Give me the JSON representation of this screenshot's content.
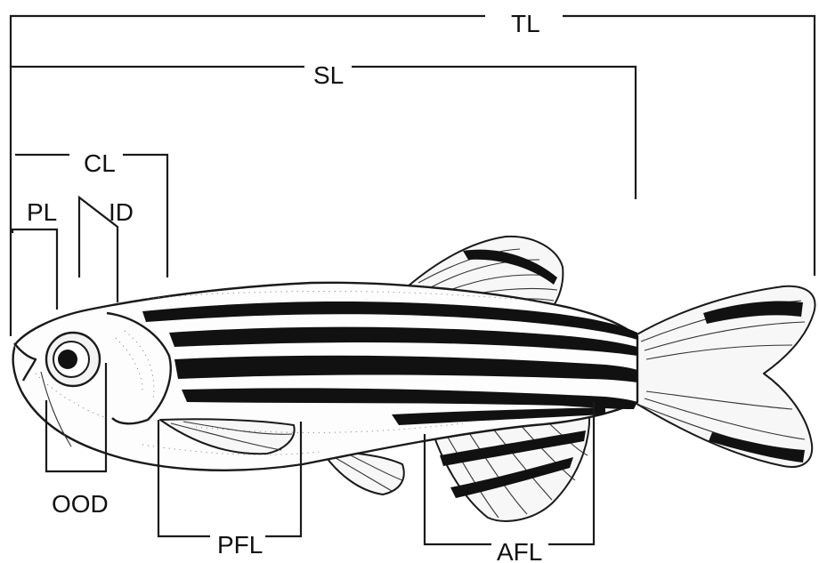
{
  "labels": {
    "tl": "TL",
    "sl": "SL",
    "cl": "CL",
    "pl": "PL",
    "id": "ID",
    "ood": "OOD",
    "pfl": "PFL",
    "afl": "AFL"
  }
}
